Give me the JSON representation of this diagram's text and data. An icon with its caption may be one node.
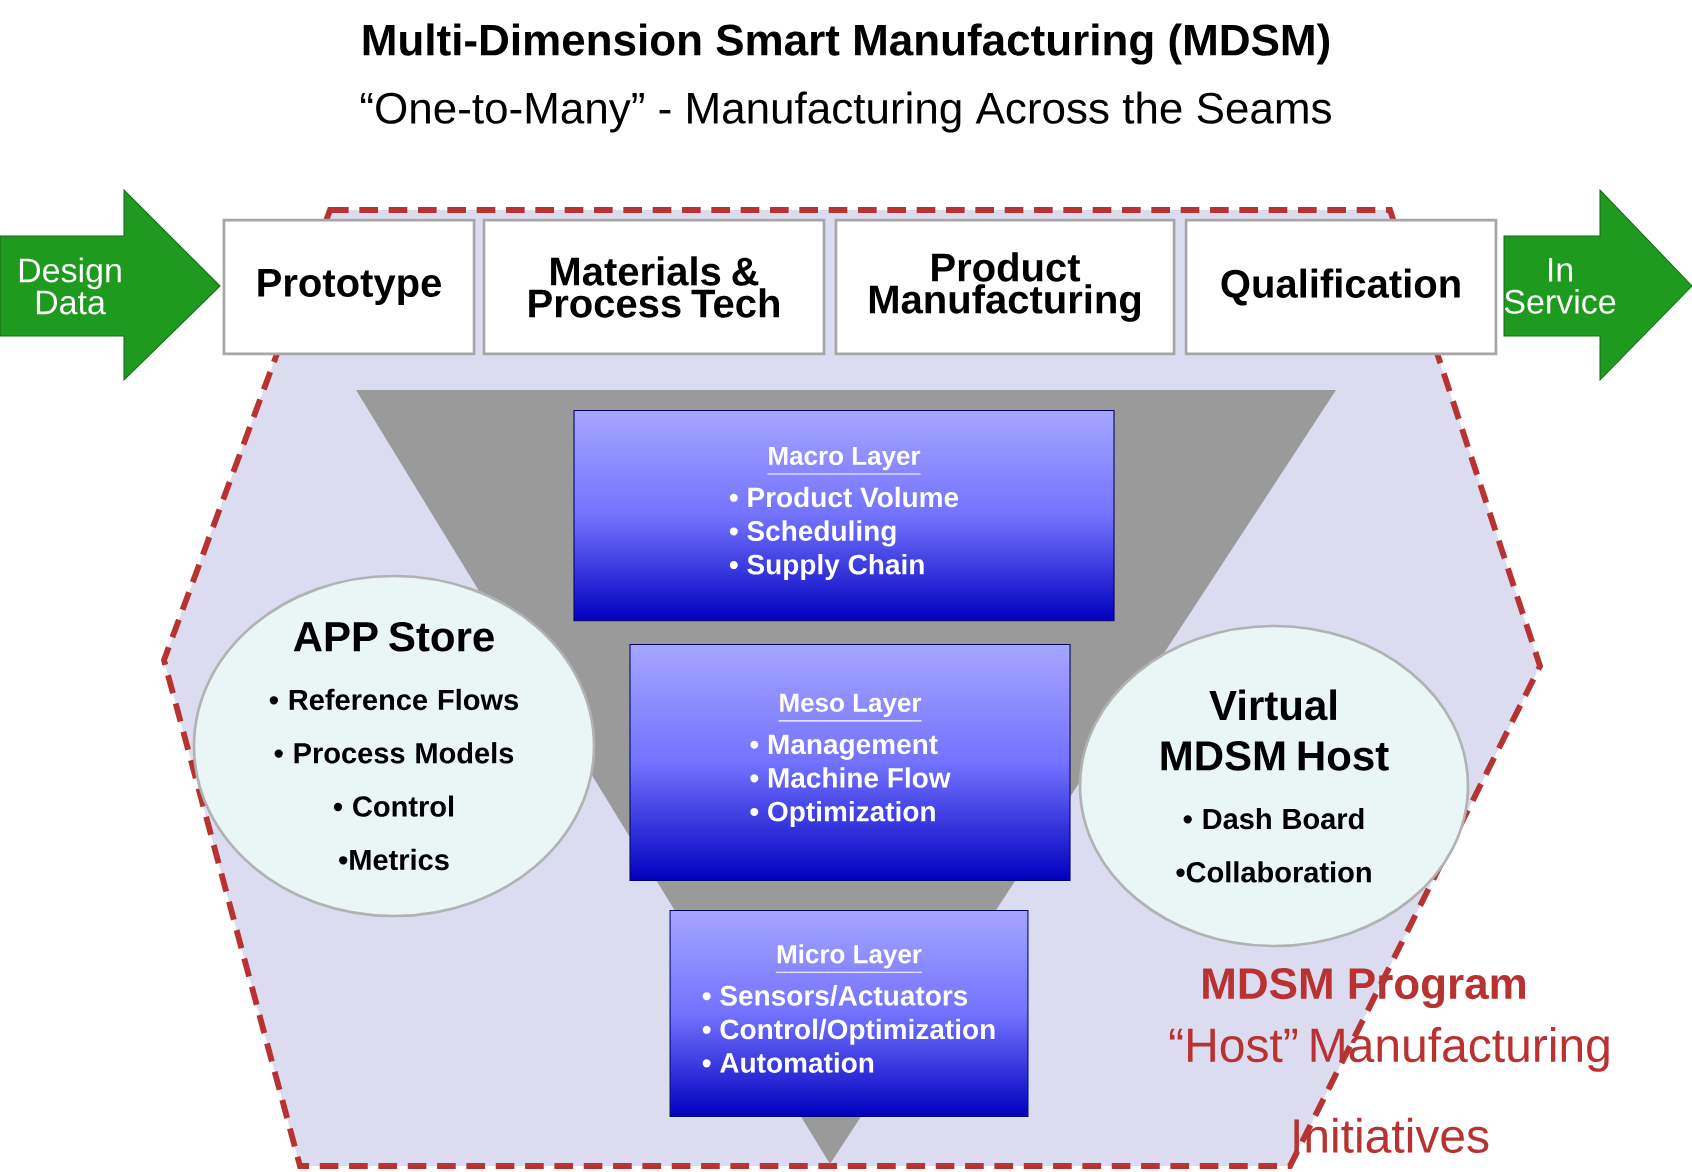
{
  "diagram": {
    "title": "Multi-Dimension Smart Manufacturing (MDSM)",
    "nodes": [
      {
        "text": [
          "Design Data"
        ]
      },
      {
        "text": [
          "Prototype"
        ]
      },
      {
        "text": [
          "Materials & Process Tech"
        ]
      },
      {
        "text": [
          "Product Manufacturing"
        ]
      },
      {
        "text": [
          "Qualification"
        ]
      },
      {
        "text": [
          "In Service"
        ]
      },
      {
        "text": [
          "APP Store",
          "• Reference Flows",
          "• Process Models",
          "• Control",
          "•Metrics"
        ]
      },
      {
        "text": [
          "Macro Layer",
          "• Product Volume",
          "• Scheduling",
          "• Supply Chain"
        ]
      },
      {
        "text": [
          "Meso Layer",
          "• Management",
          "• Machine Flow",
          "• Optimization"
        ]
      },
      {
        "text": [
          "Micro Layer",
          "• Sensors/Actuators",
          "• Control/Optimization",
          "• Automation"
        ]
      },
      {
        "text": [
          "Virtual MDSM Host",
          "• Dash Board",
          "•Collaboration"
        ]
      }
    ],
    "labels": [
      "“One-to-Many” -  Manufacturing Across the Seams",
      "MDSM Program",
      "“Host” Manufacturing Initiatives"
    ]
  }
}
